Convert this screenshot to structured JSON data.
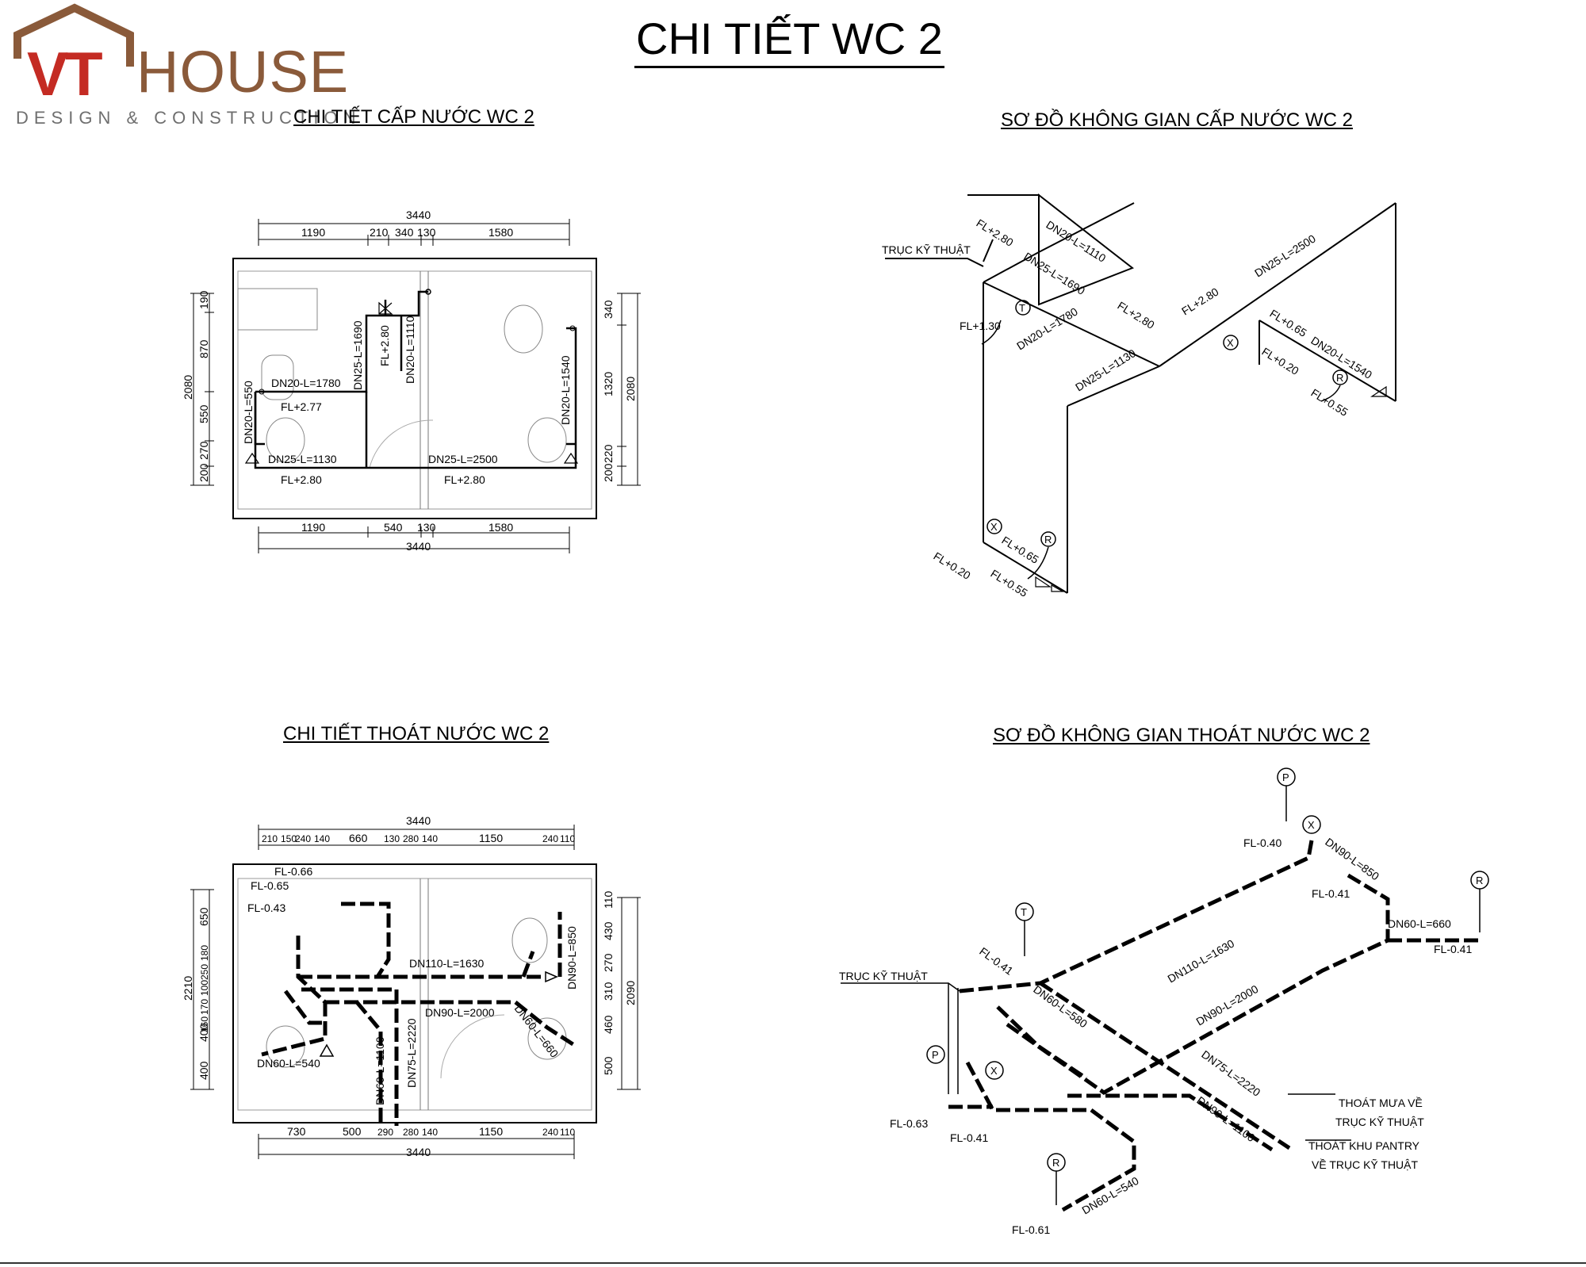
{
  "title": "CHI TIẾT WC 2",
  "logo": {
    "mark": "VT",
    "name": "HOUSE",
    "tagline": "DESIGN & CONSTRUCTION"
  },
  "colors": {
    "logo_red": "#c42b23",
    "logo_brown": "#8a5a3a",
    "line": "#000000"
  },
  "sections": {
    "water_supply_plan": {
      "title": "CHI TIẾT CẤP NƯỚC WC 2",
      "dims_top": [
        "3440",
        "1190",
        "210",
        "340",
        "130",
        "1580"
      ],
      "dims_bottom": [
        "1190",
        "540",
        "130",
        "1580",
        "3440"
      ],
      "dims_left": [
        "190",
        "870",
        "550",
        "270",
        "200",
        "2080"
      ],
      "dims_right": [
        "340",
        "1320",
        "220",
        "200",
        "2080"
      ],
      "pipes": [
        "DN25-L=1690",
        "DN20-L=1110",
        "FL+2.80",
        "DN20-L=1780",
        "FL+2.77",
        "DN20-L=550",
        "DN25-L=1130",
        "FL+2.80",
        "DN25-L=2500",
        "FL+2.80",
        "DN20-L=1540"
      ]
    },
    "water_supply_iso": {
      "title": "SƠ ĐỒ KHÔNG GIAN CẤP NƯỚC WC 2",
      "labels": [
        "TRỤC KỸ THUẬT",
        "FL+2.80",
        "DN20-L=1110",
        "DN25-L=1690",
        "FL+1.30",
        "DN20-L=1780",
        "FL+2.80",
        "FL+2.80",
        "DN25-L=2500",
        "DN25-L=1130",
        "FL+0.65",
        "DN20-L=1540",
        "FL+0.20",
        "FL+0.55",
        "FL+0.65",
        "FL+0.20",
        "FL+0.55"
      ],
      "markers": [
        "T",
        "X",
        "R",
        "X",
        "R"
      ]
    },
    "drainage_plan": {
      "title": "CHI TIẾT THOÁT NƯỚC WC 2",
      "dims_top": [
        "3440",
        "210",
        "150",
        "240",
        "140",
        "660",
        "130",
        "280",
        "140",
        "1150",
        "240",
        "110"
      ],
      "dims_bottom": [
        "730",
        "500",
        "290",
        "280",
        "140",
        "1150",
        "240",
        "110",
        "3440"
      ],
      "dims_left": [
        "650",
        "180",
        "250",
        "100",
        "170",
        "160",
        "400",
        "400",
        "2210"
      ],
      "dims_right": [
        "110",
        "430",
        "270",
        "310",
        "460",
        "500",
        "2090"
      ],
      "pipes": [
        "FL-0.66",
        "FL-0.65",
        "FL-0.43",
        "DN110-L=1630",
        "DN90-L=850",
        "DN90-L=2000",
        "DN60-L=660",
        "DN60-L=540",
        "DN60-L=1100",
        "DN75-L=2220"
      ]
    },
    "drainage_iso": {
      "title": "SƠ ĐỒ KHÔNG GIAN THOÁT NƯỚC WC 2",
      "labels": [
        "FL-0.40",
        "DN90-L=850",
        "FL-0.41",
        "DN60-L=660",
        "FL-0.41",
        "FL-0.41",
        "TRỤC KỸ THUẬT",
        "DN110-L=1630",
        "DN60-L=580",
        "DN90-L=2000",
        "DN75-L=2220",
        "DN90-L=1100",
        "FL-0.63",
        "FL-0.41",
        "DN60-L=540",
        "FL-0.61"
      ],
      "notes": [
        "THOÁT MƯA VỀ",
        "TRỤC KỸ THUẬT",
        "THOÁT KHU PANTRY",
        "VỀ TRỤC KỸ THUẬT"
      ],
      "markers": [
        "P",
        "X",
        "R",
        "T",
        "P",
        "X",
        "R"
      ]
    }
  }
}
